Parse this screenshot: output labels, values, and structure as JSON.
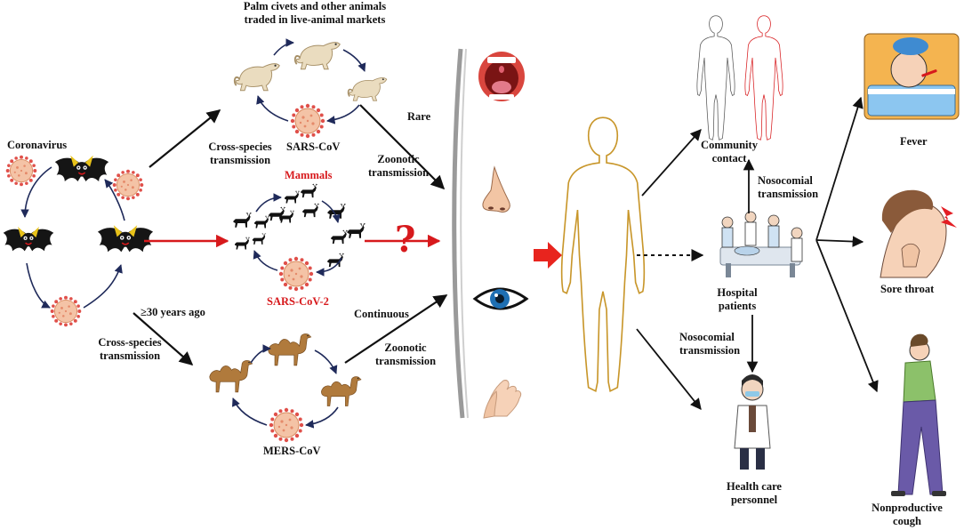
{
  "labels": {
    "coronavirus": "Coronavirus",
    "palm_civets": "Palm civets and other animals\ntraded in live-animal markets",
    "cross_species_top": "Cross-species\ntransmission",
    "sars_cov": "SARS-CoV",
    "rare": "Rare",
    "zoonotic_top": "Zoonotic\ntransmission",
    "mammals": "Mammals",
    "sars_cov_2": "SARS-CoV-2",
    "question_mark": "?",
    "years_ago": "≥30 years ago",
    "cross_species_bottom": "Cross-species\ntransmission",
    "continuous": "Continuous",
    "zoonotic_bottom": "Zoonotic\ntransmission",
    "mers_cov": "MERS-CoV",
    "community_contact": "Community\ncontact",
    "nosocomial_top": "Nosocomial\ntransmission",
    "hospital_patients": "Hospital\npatients",
    "nosocomial_bottom": "Nosocomial\ntransmission",
    "health_care_personnel": "Health care\npersonnel",
    "fever": "Fever",
    "sore_throat": "Sore throat",
    "nonproductive_cough": "Nonproductive\ncough"
  },
  "colors": {
    "text": "#111111",
    "highlight_red": "#d7191c",
    "arrow_black": "#111111",
    "arrow_navy": "#1f2a5a",
    "virus_fill": "#f2b99a",
    "virus_spike": "#e0504a",
    "body_outline": "#b8860b",
    "barrier": "#8a8a8a"
  }
}
